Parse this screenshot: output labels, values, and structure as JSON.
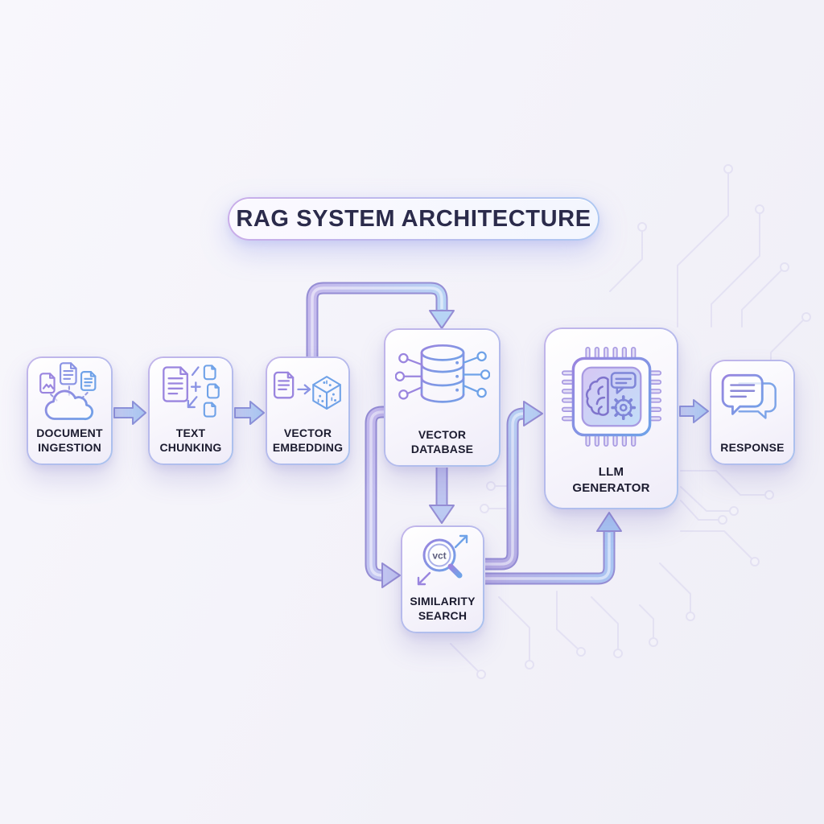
{
  "title": {
    "text": "RAG SYSTEM ARCHITECTURE"
  },
  "nodes": [
    {
      "id": "document-ingestion",
      "label_lines": [
        "DOCUMENT",
        "INGESTION"
      ],
      "icon": "documents-cloud-upload-icon"
    },
    {
      "id": "text-chunking",
      "label_lines": [
        "TEXT",
        "CHUNKING"
      ],
      "icon": "document-split-icon"
    },
    {
      "id": "vector-embedding",
      "label_lines": [
        "VECTOR",
        "EMBEDDING"
      ],
      "icon": "document-to-cube-icon"
    },
    {
      "id": "vector-database",
      "label_lines": [
        "VECTOR",
        "DATABASE"
      ],
      "icon": "database-network-icon"
    },
    {
      "id": "similarity-search",
      "label_lines": [
        "SIMILARITY",
        "SEARCH"
      ],
      "icon": "magnifier-vectors-icon",
      "icon_text": "vct"
    },
    {
      "id": "llm-generator",
      "label_lines": [
        "LLM",
        "GENERATOR"
      ],
      "icon": "ai-chip-brain-icon"
    },
    {
      "id": "response",
      "label_lines": [
        "RESPONSE"
      ],
      "icon": "chat-bubbles-icon"
    }
  ],
  "edges": [
    {
      "from": "document-ingestion",
      "to": "text-chunking",
      "style": "block-arrow"
    },
    {
      "from": "text-chunking",
      "to": "vector-embedding",
      "style": "block-arrow"
    },
    {
      "from": "vector-embedding",
      "to": "vector-database",
      "style": "tube-top-elbow"
    },
    {
      "from": "vector-database",
      "to": "similarity-search",
      "style": "tube-straight-down"
    },
    {
      "from": "vector-database",
      "to": "similarity-search",
      "style": "tube-left-elbow"
    },
    {
      "from": "similarity-search",
      "to": "llm-generator",
      "style": "tube-right-up-to-left-edge"
    },
    {
      "from": "similarity-search",
      "to": "llm-generator",
      "style": "tube-right-up-to-bottom-edge"
    },
    {
      "from": "llm-generator",
      "to": "response",
      "style": "block-arrow"
    }
  ],
  "colors": {
    "background": "#f3f2f9",
    "box_border_purple": "#c2b4ea",
    "box_border_blue": "#a9c2ee",
    "box_fill": "#f7f5fc",
    "label_text": "#1b1b2f",
    "title_text": "#2b2b4b",
    "icon_purple": "#9a85df",
    "icon_blue": "#6fa2e8",
    "connector_fill": "#c4cdf2",
    "connector_outline": "#958dd4",
    "block_arrow_fill": "#bcd2f4",
    "circuit_trace": "#d9d5ef"
  }
}
